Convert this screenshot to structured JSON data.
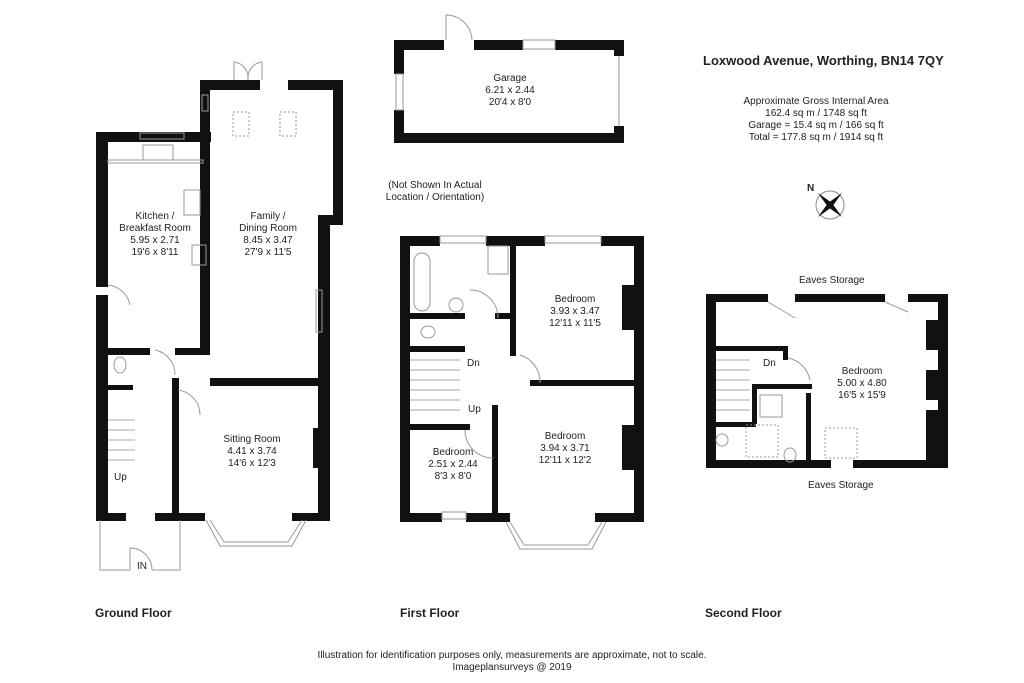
{
  "header": {
    "address": "Loxwood Avenue, Worthing, BN14 7QY",
    "area_title": "Approximate Gross Internal Area",
    "area_main": "162.4 sq m / 1748 sq ft",
    "area_garage": "Garage = 15.4 sq m / 166 sq ft",
    "area_total": "Total = 177.8 sq m / 1914 sq ft"
  },
  "compass": {
    "label": "N",
    "icon": "compass-rose-icon"
  },
  "garage": {
    "name": "Garage",
    "metric": "6.21 x 2.44",
    "imperial": "20'4 x 8'0",
    "note_line1": "(Not Shown In Actual",
    "note_line2": "Location / Orientation)"
  },
  "ground_floor": {
    "label": "Ground Floor",
    "rooms": [
      {
        "name1": "Kitchen /",
        "name2": "Breakfast Room",
        "metric": "5.95 x 2.71",
        "imperial": "19'6 x 8'11"
      },
      {
        "name1": "Family /",
        "name2": "Dining Room",
        "metric": "8.45 x 3.47",
        "imperial": "27'9 x 11'5"
      },
      {
        "name1": "Sitting Room",
        "metric": "4.41 x 3.74",
        "imperial": "14'6 x 12'3"
      }
    ],
    "stairs_label": "Up",
    "entrance_label": "IN"
  },
  "first_floor": {
    "label": "First Floor",
    "rooms": [
      {
        "name1": "Bedroom",
        "metric": "3.93 x 3.47",
        "imperial": "12'11 x 11'5"
      },
      {
        "name1": "Bedroom",
        "metric": "3.94 x 3.71",
        "imperial": "12'11 x 12'2"
      },
      {
        "name1": "Bedroom",
        "metric": "2.51 x 2.44",
        "imperial": "8'3 x 8'0"
      }
    ],
    "stairs_down": "Dn",
    "stairs_up": "Up"
  },
  "second_floor": {
    "label": "Second Floor",
    "rooms": [
      {
        "name1": "Bedroom",
        "metric": "5.00 x 4.80",
        "imperial": "16'5 x 15'9"
      }
    ],
    "eaves_top": "Eaves Storage",
    "eaves_bottom": "Eaves Storage",
    "stairs_down": "Dn"
  },
  "footer": {
    "disclaimer": "Illustration for identification purposes only, measurements are approximate, not to scale.",
    "credit": "Imageplansurveys @ 2019"
  }
}
